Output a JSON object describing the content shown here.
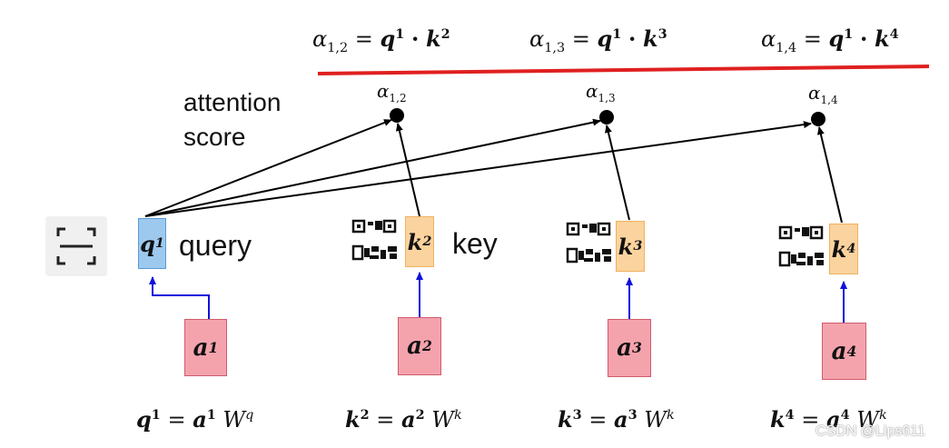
{
  "top_equations": [
    {
      "lhs": "α",
      "lhs_sub": "1,2",
      "eq": "=",
      "q": "q",
      "q_sup": "1",
      "dot": "·",
      "k": "k",
      "k_sup": "2"
    },
    {
      "lhs": "α",
      "lhs_sub": "1,3",
      "eq": "=",
      "q": "q",
      "q_sup": "1",
      "dot": "·",
      "k": "k",
      "k_sup": "3"
    },
    {
      "lhs": "α",
      "lhs_sub": "1,4",
      "eq": "=",
      "q": "q",
      "q_sup": "1",
      "dot": "·",
      "k": "k",
      "k_sup": "4"
    }
  ],
  "score_label_line1": "attention",
  "score_label_line2": "score",
  "alpha_nodes": [
    {
      "sym": "α",
      "sub": "1,2"
    },
    {
      "sym": "α",
      "sub": "1,3"
    },
    {
      "sym": "α",
      "sub": "1,4"
    }
  ],
  "query": {
    "sym": "q",
    "sup": "1",
    "label": "query"
  },
  "keys": [
    {
      "sym": "k",
      "sup": "2",
      "label": "key"
    },
    {
      "sym": "k",
      "sup": "3"
    },
    {
      "sym": "k",
      "sup": "4"
    }
  ],
  "inputs": [
    {
      "sym": "a",
      "sup": "1"
    },
    {
      "sym": "a",
      "sup": "2"
    },
    {
      "sym": "a",
      "sup": "3"
    },
    {
      "sym": "a",
      "sup": "4"
    }
  ],
  "bottom_equations": [
    {
      "lhs": "q",
      "lhs_sup": "1",
      "eq": "=",
      "a": "a",
      "a_sup": "1",
      "w": "W",
      "w_sup": "q"
    },
    {
      "lhs": "k",
      "lhs_sup": "2",
      "eq": "=",
      "a": "a",
      "a_sup": "2",
      "w": "W",
      "w_sup": "k"
    },
    {
      "lhs": "k",
      "lhs_sup": "3",
      "eq": "=",
      "a": "a",
      "a_sup": "3",
      "w": "W",
      "w_sup": "k"
    },
    {
      "lhs": "k",
      "lhs_sup": "4",
      "eq": "=",
      "a": "a",
      "a_sup": "4",
      "w": "W",
      "w_sup": "k"
    }
  ],
  "watermark": "CSDN @Lips611",
  "colors": {
    "separator": "#e02020",
    "query_fill": "#9ec9ef",
    "key_fill": "#fbd39e",
    "input_fill": "#f4a3ad",
    "input_arrow": "#1010dd",
    "score_arrow": "#000000"
  },
  "icons": {
    "scan": "scan-icon",
    "qr": "qr-code-icon"
  }
}
